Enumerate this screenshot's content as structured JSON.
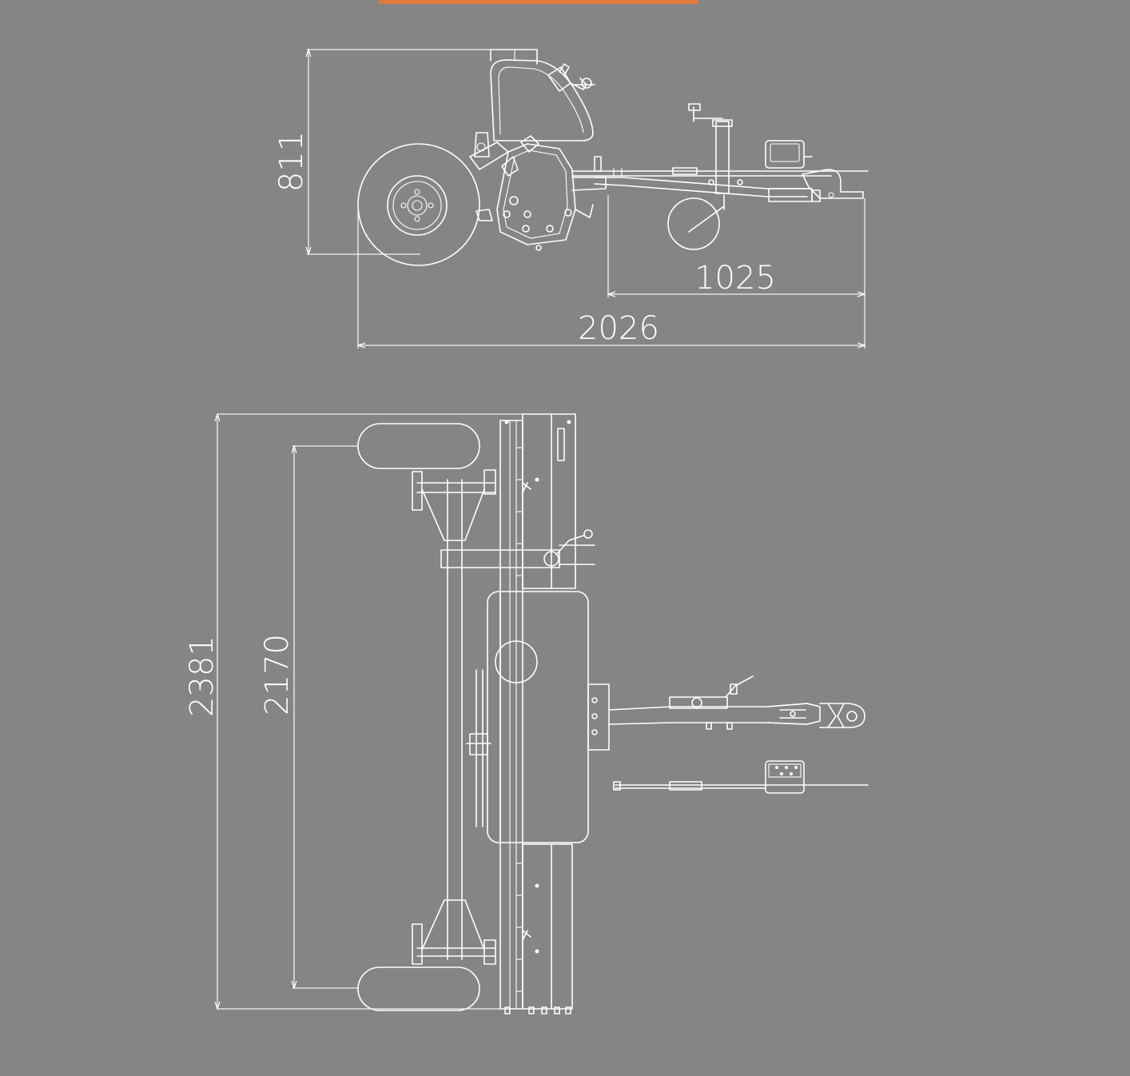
{
  "colors": {
    "background": "#858585",
    "line": "#ffffff",
    "accent_bar": "#e07a3a"
  },
  "dimensions": {
    "side_height": "811",
    "drawbar_length": "1025",
    "overall_length": "2026",
    "overall_width": "2381",
    "track_width": "2170"
  }
}
